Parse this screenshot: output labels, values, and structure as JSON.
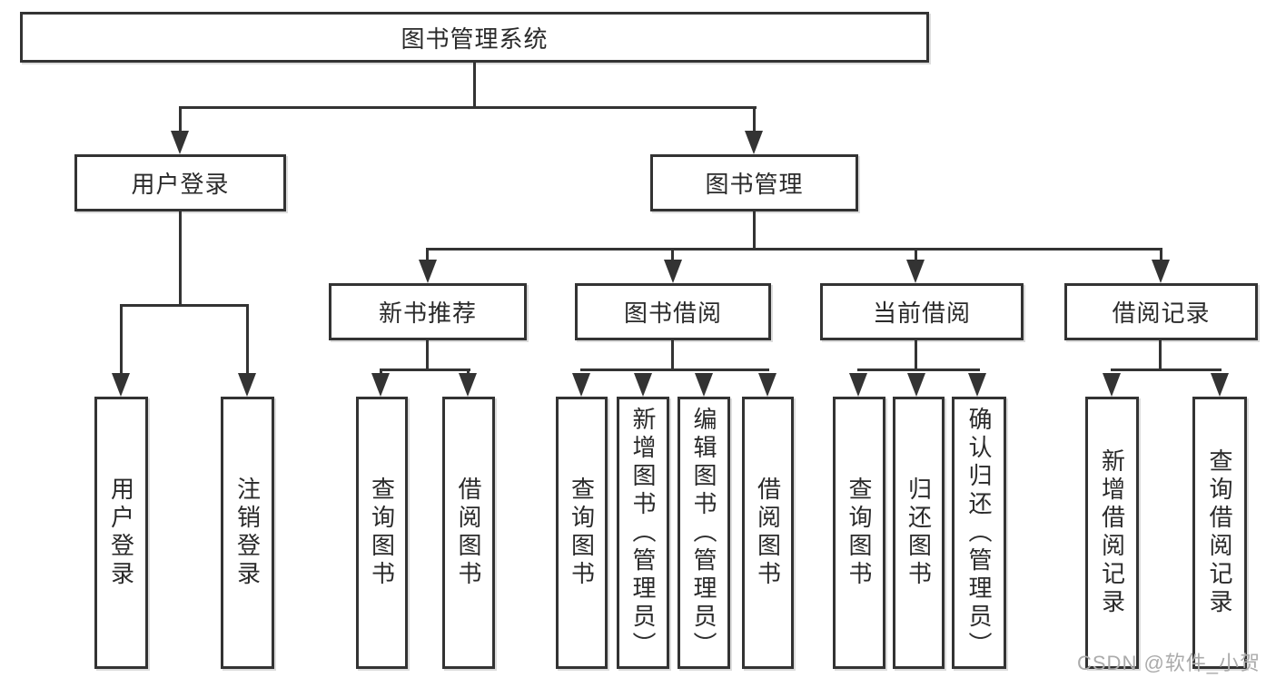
{
  "diagram": {
    "root": {
      "label": "图书管理系统"
    },
    "branches": [
      {
        "label": "用户登录",
        "children": [
          "用户登录",
          "注销登录"
        ]
      },
      {
        "label": "图书管理",
        "children": [
          {
            "label": "新书推荐",
            "children": [
              "查询图书",
              "借阅图书"
            ]
          },
          {
            "label": "图书借阅",
            "children": [
              "查询图书",
              "新增图书（管理员）",
              "编辑图书（管理员）",
              "借阅图书"
            ]
          },
          {
            "label": "当前借阅",
            "children": [
              "查询图书",
              "归还图书",
              "确认归还（管理员）"
            ]
          },
          {
            "label": "借阅记录",
            "children": [
              "新增借阅记录",
              "查询借阅记录"
            ]
          }
        ]
      }
    ]
  },
  "watermark": {
    "text": "CSDN @软件_小贺同学"
  },
  "colors": {
    "line": "#333333",
    "box_background": "#ffffff",
    "text": "#2a2a2a",
    "watermark": "#ababab",
    "page_background": "#ffffff"
  }
}
